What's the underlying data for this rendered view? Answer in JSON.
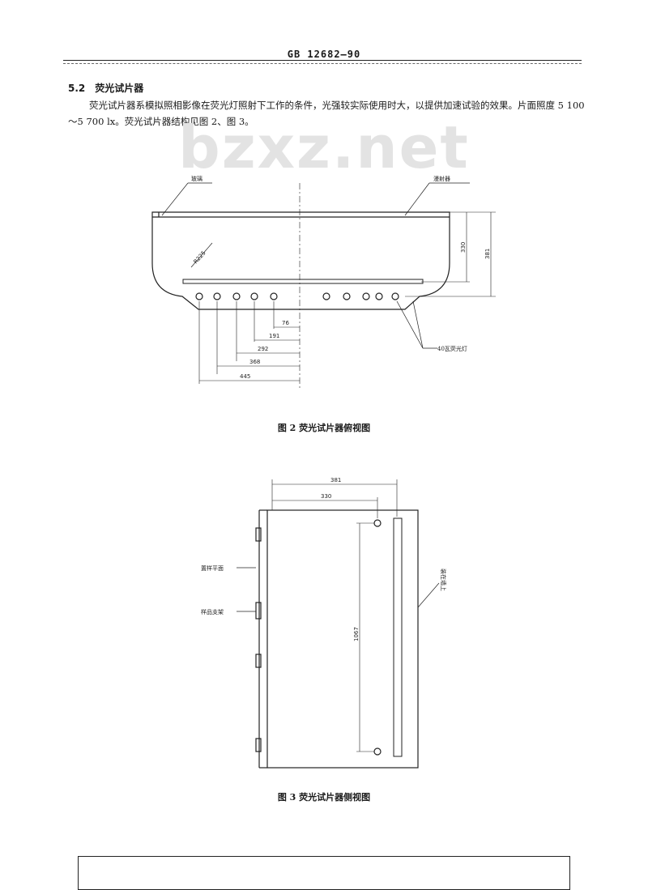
{
  "header": {
    "standard": "GB 12682—90"
  },
  "section": {
    "number": "5.2",
    "title": "荧光试片器",
    "paragraph": "荧光试片器系模拟照相影像在荧光灯照射下工作的条件，光强较实际使用时大，以提供加速试验的效果。片面照度 5 100～5 700 lx。荧光试片器结构见图 2、图 3。"
  },
  "watermark": "bzxz.net",
  "figure2": {
    "caption": "图 2   荧光试片器俯视图",
    "labels": {
      "top_left": "玻璃",
      "top_right": "漫射器",
      "lamps": "40瓦荧光灯",
      "radius": "R225",
      "dim_330": "330",
      "dim_381": "381",
      "dim_76": "76",
      "dim_191": "191",
      "dim_292": "292",
      "dim_368": "368",
      "dim_445": "445"
    }
  },
  "figure3": {
    "caption": "图 3   荧光试片器侧视图",
    "labels": {
      "dim_381": "381",
      "dim_330": "330",
      "dim_1067": "1067",
      "sample_plane": "置样平面",
      "sample_holder": "样品支架",
      "wall_mount": "装在墙上"
    }
  }
}
